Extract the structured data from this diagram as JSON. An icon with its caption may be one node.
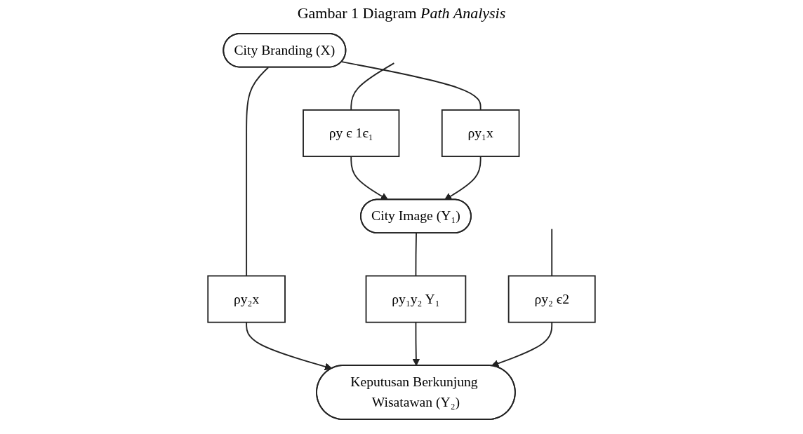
{
  "diagram": {
    "title": "Gambar 1 Diagram *Path Analysis*",
    "nodes": [
      {
        "text": [
          "City Branding (X)"
        ]
      },
      {
        "text": [
          "ρy₁x"
        ]
      },
      {
        "text": [
          "City Image (Y₁)"
        ]
      },
      {
        "text": [
          "ρy є 1є₁"
        ]
      },
      {
        "text": [
          "ρy₂x"
        ]
      },
      {
        "text": [
          "ρy₁y₂ Y₁"
        ]
      },
      {
        "text": [
          "Keputusan Berkunjung Wisatawan (Y₂)"
        ]
      },
      {
        "text": [
          "ρy₂ є2"
        ]
      }
    ],
    "edges": [
      {
        "from": null,
        "to": 3,
        "arrow": "none"
      },
      {
        "from": 3,
        "to": 2,
        "arrow": "to"
      },
      {
        "from": 0,
        "to": 1,
        "arrow": "none"
      },
      {
        "from": 1,
        "to": 2,
        "arrow": "to"
      },
      {
        "from": 0,
        "to": 4,
        "arrow": "none"
      },
      {
        "from": 4,
        "to": 6,
        "arrow": "to"
      },
      {
        "from": 2,
        "to": 5,
        "arrow": "none"
      },
      {
        "from": 5,
        "to": 6,
        "arrow": "to"
      },
      {
        "from": null,
        "to": 7,
        "arrow": "none"
      },
      {
        "from": 7,
        "to": 6,
        "arrow": "to"
      }
    ]
  }
}
